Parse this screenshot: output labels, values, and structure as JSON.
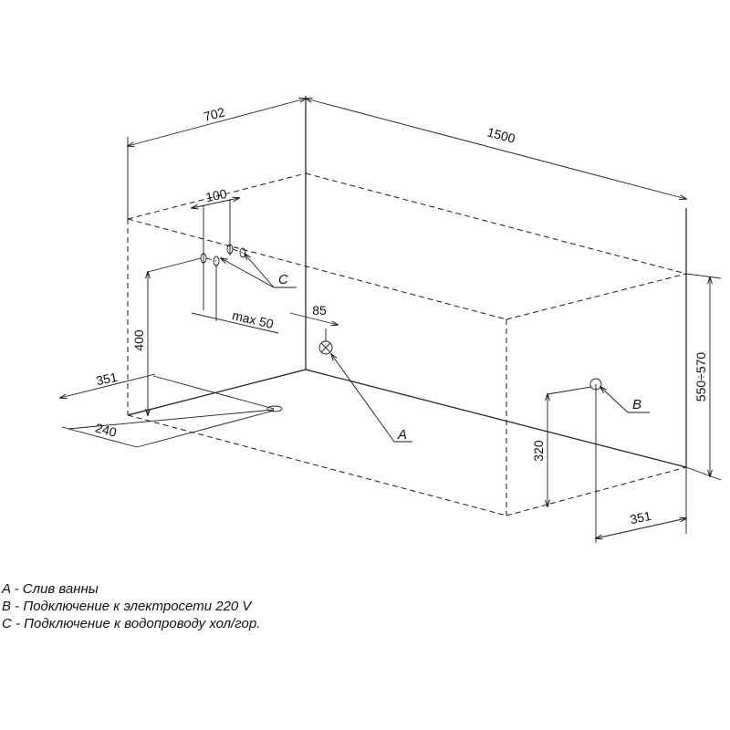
{
  "dimensions": {
    "width": "702",
    "length": "1500",
    "pipe_spacing": "100",
    "max_offset": "max 50",
    "drain_offset": "85",
    "pipe_height": "400",
    "left_offset": "351",
    "left_drain_offset": "240",
    "height_range": "550÷570",
    "socket_height": "320",
    "right_offset": "351"
  },
  "callouts": {
    "drain": "A",
    "power": "B",
    "water": "C"
  },
  "legend": [
    "A - Слив ванны",
    "B - Подключение к электросети 220 V",
    "C - Подключение к водопроводу хол/гор."
  ]
}
